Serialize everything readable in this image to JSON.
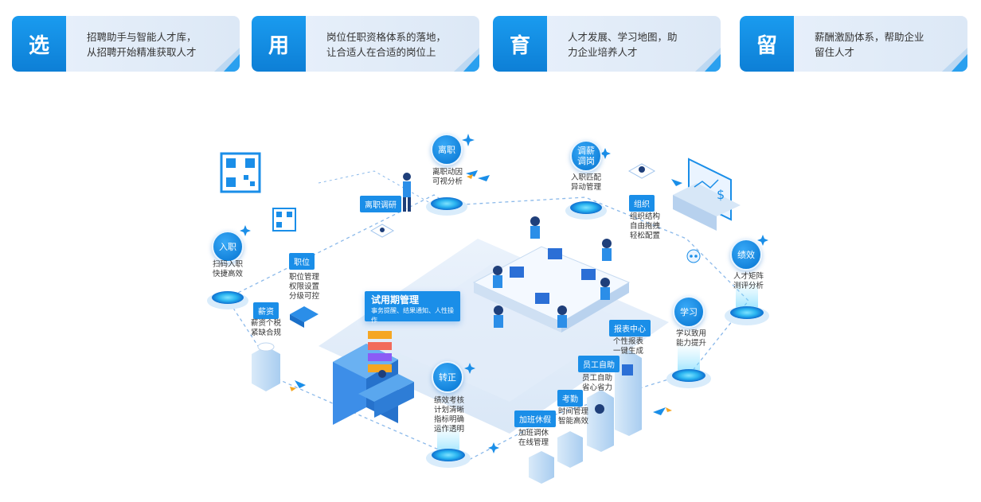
{
  "pillars": [
    {
      "char": "选",
      "line1": "招聘助手与智能人才库，",
      "line2": "从招聘开始精准获取人才"
    },
    {
      "char": "用",
      "line1": "岗位任职资格体系的落地，",
      "line2": "让合适人在合适的岗位上"
    },
    {
      "char": "育",
      "line1": "人才发展、学习地图，助",
      "line2": "力企业培养人才"
    },
    {
      "char": "留",
      "line1": "薪酬激励体系，帮助企业",
      "line2": "留住人才"
    }
  ],
  "nodes": {
    "onboard": {
      "label": "入职",
      "desc": "扫码入职\n快捷高效"
    },
    "resign": {
      "label": "离职",
      "desc": "离职动因\n可视分析"
    },
    "transfer": {
      "label": "调薪\n调岗",
      "desc": "入职匹配\n异动管理"
    },
    "performance": {
      "label": "绩效",
      "desc": "人才矩阵\n测评分析"
    },
    "learning": {
      "label": "学习",
      "desc": "学以致用\n能力提升"
    },
    "regularize": {
      "label": "转正",
      "desc": "绩效考核\n计划清晰\n指标明确\n运作透明"
    }
  },
  "tags": {
    "exit_survey": "离职调研",
    "position": {
      "label": "职位",
      "desc": "职位管理\n权限设置\n分级可控"
    },
    "salary": {
      "label": "薪资",
      "desc": "薪资个税\n紧缺合规"
    },
    "org": {
      "label": "组织",
      "desc": "组织结构\n自由拖拽\n轻松配置"
    },
    "report": {
      "label": "报表中心",
      "desc": "个性报表\n一键生成"
    },
    "self_service": {
      "label": "员工自助",
      "desc": "员工自助\n省心省力"
    },
    "attendance": {
      "label": "考勤",
      "desc": "时间管理\n智能高效"
    },
    "overtime": {
      "label": "加班休假",
      "desc": "加班调休\n在线管理"
    }
  },
  "probation": {
    "title": "试用期管理",
    "subtitle": "事务提醒、结果通知、人性操作"
  },
  "colors": {
    "primary": "#1a8ee8",
    "dark": "#0d7fd6",
    "light": "#e9f1fb",
    "accent": "#f5a623"
  }
}
